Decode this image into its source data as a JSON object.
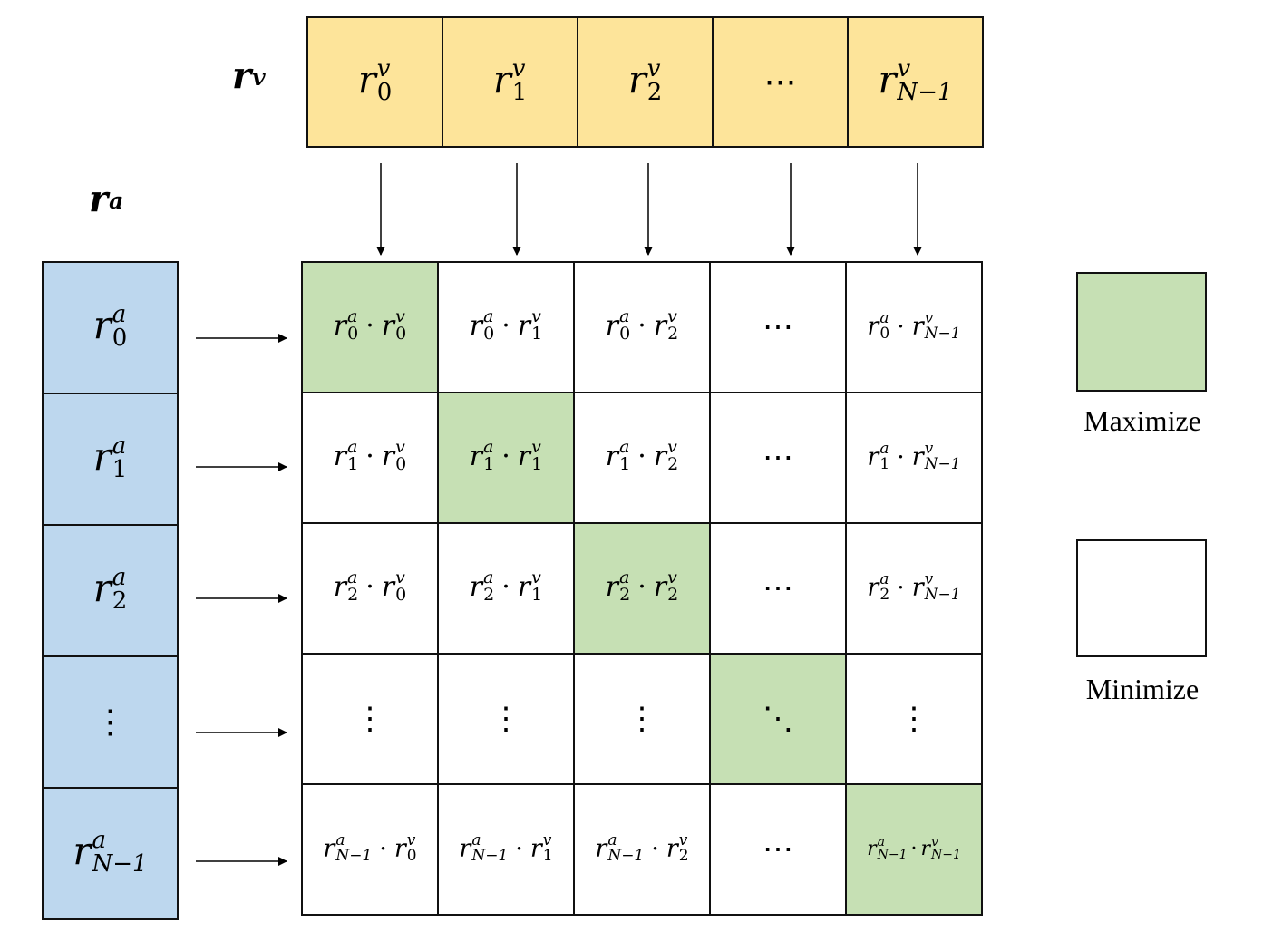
{
  "title_top": {
    "base": "r",
    "sup": "v"
  },
  "title_left": {
    "base": "r",
    "sup": "a"
  },
  "top_vector": [
    {
      "base": "r",
      "sup": "v",
      "sub": "0"
    },
    {
      "base": "r",
      "sup": "v",
      "sub": "1"
    },
    {
      "base": "r",
      "sup": "v",
      "sub": "2"
    },
    {
      "text": "⋯"
    },
    {
      "base": "r",
      "sup": "v",
      "sub": "N−1"
    }
  ],
  "left_vector": [
    {
      "base": "r",
      "sup": "a",
      "sub": "0"
    },
    {
      "base": "r",
      "sup": "a",
      "sub": "1"
    },
    {
      "base": "r",
      "sup": "a",
      "sub": "2"
    },
    {
      "text": "⋮"
    },
    {
      "base": "r",
      "sup": "a",
      "sub": "N−1"
    }
  ],
  "matrix": [
    [
      {
        "kind": "prod",
        "a": "0",
        "v": "0"
      },
      {
        "kind": "prod",
        "a": "0",
        "v": "1"
      },
      {
        "kind": "prod",
        "a": "0",
        "v": "2"
      },
      {
        "kind": "text",
        "text": "⋯"
      },
      {
        "kind": "prod",
        "a": "0",
        "v": "N−1"
      }
    ],
    [
      {
        "kind": "prod",
        "a": "1",
        "v": "0"
      },
      {
        "kind": "prod",
        "a": "1",
        "v": "1"
      },
      {
        "kind": "prod",
        "a": "1",
        "v": "2"
      },
      {
        "kind": "text",
        "text": "⋯"
      },
      {
        "kind": "prod",
        "a": "1",
        "v": "N−1"
      }
    ],
    [
      {
        "kind": "prod",
        "a": "2",
        "v": "0"
      },
      {
        "kind": "prod",
        "a": "2",
        "v": "1"
      },
      {
        "kind": "prod",
        "a": "2",
        "v": "2"
      },
      {
        "kind": "text",
        "text": "⋯"
      },
      {
        "kind": "prod",
        "a": "2",
        "v": "N−1"
      }
    ],
    [
      {
        "kind": "text",
        "text": "⋮"
      },
      {
        "kind": "text",
        "text": "⋮"
      },
      {
        "kind": "text",
        "text": "⋮"
      },
      {
        "kind": "text",
        "text": "⋱"
      },
      {
        "kind": "text",
        "text": "⋮"
      }
    ],
    [
      {
        "kind": "prod",
        "a": "N−1",
        "v": "0"
      },
      {
        "kind": "prod",
        "a": "N−1",
        "v": "1"
      },
      {
        "kind": "prod",
        "a": "N−1",
        "v": "2"
      },
      {
        "kind": "text",
        "text": "⋯"
      },
      {
        "kind": "prod",
        "a": "N−1",
        "v": "N−1"
      }
    ]
  ],
  "legend": {
    "maximize_label": "Maximize",
    "minimize_label": "Minimize"
  },
  "colors": {
    "top_fill": "#FDE49A",
    "left_fill": "#BDD7EE",
    "diag_fill": "#C6E0B4",
    "white": "#FFFFFF"
  }
}
